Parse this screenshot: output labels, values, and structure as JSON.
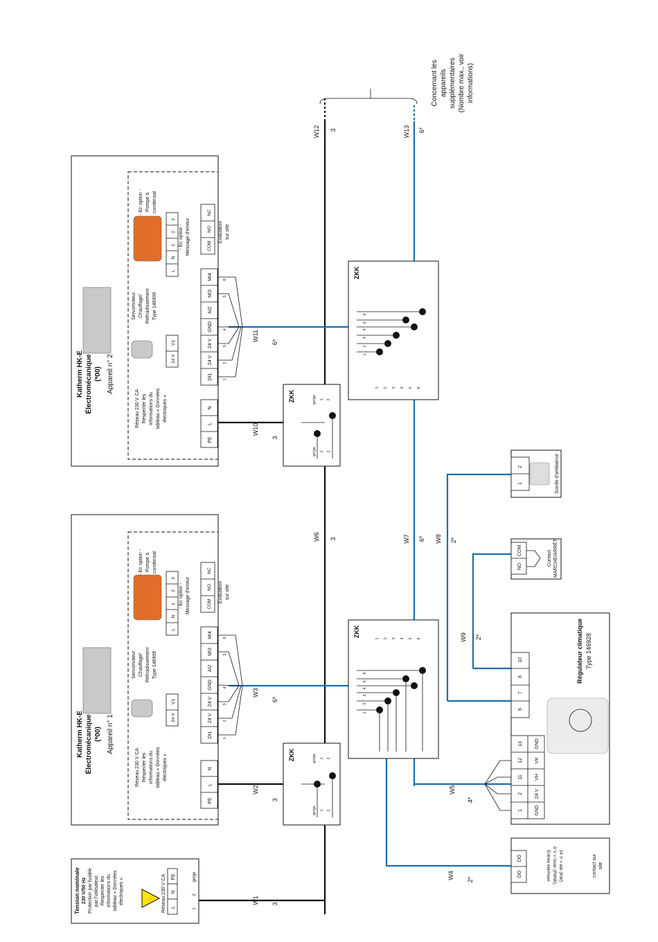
{
  "supply": {
    "title": "Tension nominale",
    "lines": [
      "230 V/50 Hz",
      "Protection par fusible",
      "par l'utilisateur.",
      "Respecter les",
      "informations du",
      "tableau « Données",
      "électriques »."
    ],
    "network": "Réseau 230 V CA",
    "terminals": [
      "L",
      "N",
      "PE"
    ],
    "core_labels": [
      "1",
      "2",
      "gn/ge"
    ]
  },
  "devices": [
    {
      "title": [
        "Katherm HK-E",
        "Électromécanique 230 V",
        "(*00)"
      ],
      "number": "Appareil n° 1",
      "network_note": [
        "Réseau 230 V CA",
        "Respecter les",
        "informations du",
        "tableau « Données",
        "électriques »"
      ],
      "power_terminals": [
        "PE",
        "L",
        "N"
      ],
      "servo": [
        "Servomoteur",
        "Chauffage/",
        "Refroidissement",
        "Type 146906"
      ],
      "servo_terminals": [
        "24 V",
        "V1"
      ],
      "control_terminals": [
        "DI1",
        "24 V",
        "24 V",
        "GND",
        "AI2",
        "MI3",
        "MI4"
      ],
      "pump": [
        "- En option -",
        "Pompe à",
        "condensat"
      ],
      "pump_terminals": [
        "L",
        "N",
        "1",
        "2",
        "3"
      ],
      "error": [
        "- En option -",
        "Message d'erreur"
      ],
      "error_terminals": [
        "COM",
        "NO",
        "NC"
      ],
      "evaluation": [
        "Évaluation",
        "sur site"
      ],
      "core_numbers": [
        "1",
        "2",
        "3",
        "4",
        "5",
        "6"
      ],
      "power_cable": "W2",
      "power_cores": "3",
      "control_cable": "W3",
      "control_cores": "6*"
    },
    {
      "title": [
        "Katherm HK-E",
        "Électromécanique 230 V",
        "(*00)"
      ],
      "number": "Appareil n° 2",
      "network_note": [
        "Réseau 230 V CA",
        "Respecter les",
        "informations du",
        "tableau « Données",
        "électriques »"
      ],
      "power_terminals": [
        "PE",
        "L",
        "N"
      ],
      "servo": [
        "Servomoteur",
        "Chauffage/",
        "Refroidissement",
        "Type 146906"
      ],
      "servo_terminals": [
        "24 V",
        "V1"
      ],
      "control_terminals": [
        "DI1",
        "24 V",
        "24 V",
        "GND",
        "AI2",
        "MI3",
        "MI4"
      ],
      "pump": [
        "- En option -",
        "Pompe à",
        "condensat"
      ],
      "pump_terminals": [
        "L",
        "N",
        "1",
        "2",
        "3"
      ],
      "error": [
        "- En option -",
        "Message d'erreur"
      ],
      "error_terminals": [
        "COM",
        "NO",
        "NC"
      ],
      "evaluation": [
        "Évaluation",
        "sur site"
      ],
      "core_numbers": [
        "1",
        "2",
        "3",
        "4",
        "5",
        "6"
      ],
      "power_cable": "W10",
      "power_cores": "3",
      "control_cable": "W11",
      "control_cores": "6*"
    }
  ],
  "zkk": {
    "label": "ZKK",
    "small_top": [
      "gn/ge",
      "1",
      "2"
    ],
    "small_bottom": [
      "gn/ge",
      "1",
      "2"
    ],
    "large_left": [
      "1",
      "2",
      "3",
      "4",
      "5",
      "6"
    ],
    "large_right": [
      "1",
      "2",
      "3",
      "4",
      "5",
      "6"
    ]
  },
  "cables": [
    {
      "name": "W1",
      "cores": "3"
    },
    {
      "name": "W4",
      "cores": "2*"
    },
    {
      "name": "W5",
      "cores": "4*"
    },
    {
      "name": "W6",
      "cores": "3"
    },
    {
      "name": "W7",
      "cores": "6*"
    },
    {
      "name": "W8",
      "cores": "2*"
    },
    {
      "name": "W9",
      "cores": "2*"
    },
    {
      "name": "W12",
      "cores": "3"
    },
    {
      "name": "W13",
      "cores": "6*"
    }
  ],
  "additional": [
    "Concernant les",
    "appareils",
    "supplémentaires",
    "(Nombre max., voir",
    "informations)"
  ],
  "regulator": {
    "title": "Régulateur climatique",
    "type": "Type 146928",
    "numbers": [
      "1",
      "2",
      "11",
      "12",
      "13",
      "6",
      "7",
      "8",
      "10"
    ],
    "names": [
      "GND",
      "24 V",
      "VH",
      "VK",
      "GND"
    ]
  },
  "sensor": {
    "label": "Sonde d'ambiance",
    "terminals": [
      "1",
      "2"
    ]
  },
  "contact": {
    "label": [
      "Contact",
      "MARCHE/ARRÊT"
    ],
    "terminals": [
      "NO",
      "COM"
    ]
  },
  "dodo": {
    "terminals": [
      "DO",
      "DO"
    ],
    "lines": [
      "Entrée été/hiver",
      "0 V = hiver (PWW),",
      "24 V = été (KW)"
    ],
    "site": [
      "contact sur",
      "site"
    ]
  },
  "colors": {
    "black_wire": "#111111",
    "blue_wire": "#1a6fae",
    "warning": "#ffe400"
  }
}
